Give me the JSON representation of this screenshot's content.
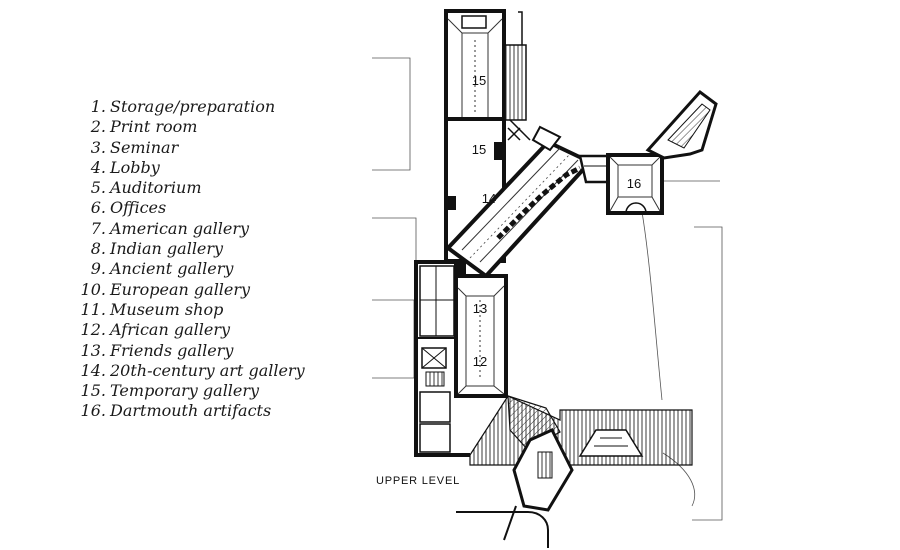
{
  "legend": [
    {
      "num": "1.",
      "label": "Storage/preparation"
    },
    {
      "num": "2.",
      "label": "Print room"
    },
    {
      "num": "3.",
      "label": "Seminar"
    },
    {
      "num": "4.",
      "label": "Lobby"
    },
    {
      "num": "5.",
      "label": "Auditorium"
    },
    {
      "num": "6.",
      "label": "Offices"
    },
    {
      "num": "7.",
      "label": "American gallery"
    },
    {
      "num": "8.",
      "label": "Indian gallery"
    },
    {
      "num": "9.",
      "label": "Ancient gallery"
    },
    {
      "num": "10.",
      "label": "European gallery"
    },
    {
      "num": "11.",
      "label": "Museum shop"
    },
    {
      "num": "12.",
      "label": "African gallery"
    },
    {
      "num": "13.",
      "label": "Friends gallery"
    },
    {
      "num": "14.",
      "label": "20th-century art gallery"
    },
    {
      "num": "15.",
      "label": "Temporary gallery"
    },
    {
      "num": "16.",
      "label": "Dartmouth artifacts"
    }
  ],
  "plan": {
    "level_label": "UPPER LEVEL",
    "room_labels": {
      "r15a": "15",
      "r15b": "15",
      "r14": "14",
      "r16": "16",
      "r13": "13",
      "r12": "12"
    }
  }
}
